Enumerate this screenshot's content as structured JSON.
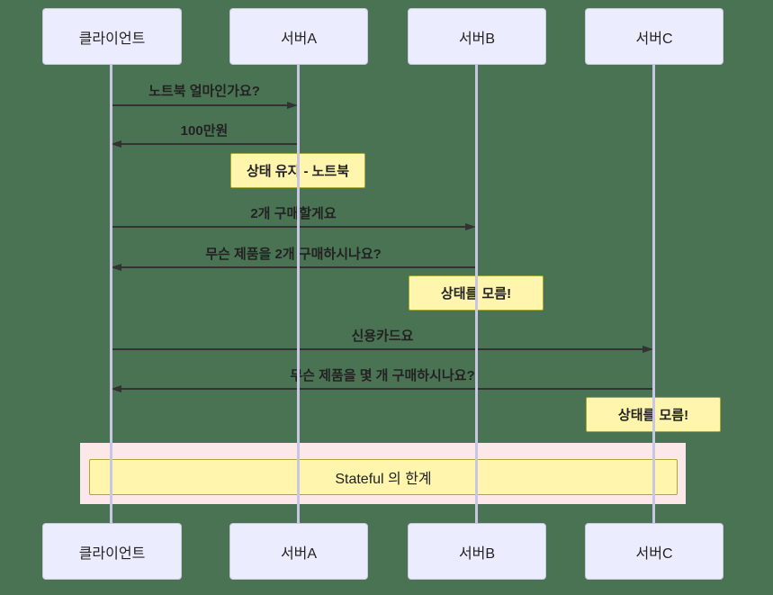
{
  "diagram_type": "sequence-diagram",
  "colors": {
    "background": "#4a7353",
    "actor_fill": "#ececff",
    "actor_border": "#c9c9dc",
    "lifeline": "#c9c5e4",
    "arrow": "#333333",
    "note_fill": "#fff5ad",
    "note_border": "#a8a832",
    "rect_fill": "#fce8e8",
    "text": "#222222"
  },
  "actors": [
    {
      "label": "클라이언트"
    },
    {
      "label": "서버A"
    },
    {
      "label": "서버B"
    },
    {
      "label": "서버C"
    }
  ],
  "messages": [
    {
      "text": "노트북 얼마인가요?",
      "from": "클라이언트",
      "to": "서버A",
      "direction": "right"
    },
    {
      "text": "100만원",
      "from": "서버A",
      "to": "클라이언트",
      "direction": "left"
    },
    {
      "text": "2개 구매할게요",
      "from": "클라이언트",
      "to": "서버B",
      "direction": "right"
    },
    {
      "text": "무슨 제품을 2개 구매하시나요?",
      "from": "서버B",
      "to": "클라이언트",
      "direction": "left"
    },
    {
      "text": "신용카드요",
      "from": "클라이언트",
      "to": "서버C",
      "direction": "right"
    },
    {
      "text": "무슨 제품을 몇 개 구매하시나요?",
      "from": "서버C",
      "to": "클라이언트",
      "direction": "left"
    }
  ],
  "notes": [
    {
      "text": "상태 유지 - 노트북",
      "over": "서버A"
    },
    {
      "text": "상태를 모름!",
      "over": "서버B"
    },
    {
      "text": "상태를 모름!",
      "over": "서버C"
    }
  ],
  "highlight": {
    "label": "Stateful 의 한계"
  }
}
